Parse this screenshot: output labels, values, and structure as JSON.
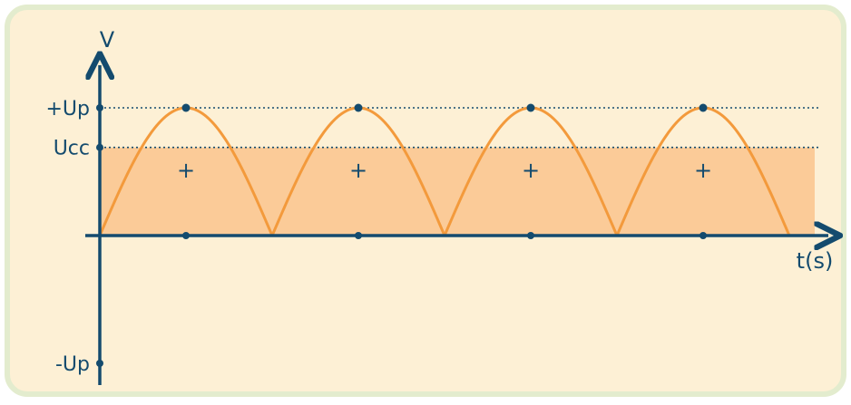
{
  "chart_data": {
    "type": "line",
    "title": "",
    "xlabel": "t(s)",
    "ylabel": "V",
    "y_tick_labels": [
      "+Up",
      "Ucc",
      "-Up"
    ],
    "levels": {
      "up": 1.0,
      "ucc": 0.69,
      "neg_up": -1.0
    },
    "half_periods": 4,
    "half_period_sign": "+",
    "series": [
      {
        "type": "full-wave-rectified-sine",
        "values_per_half_period": [
          0.0,
          1.0,
          0.0
        ]
      }
    ],
    "shaded_region": {
      "from": 0,
      "to": "Ucc"
    },
    "gridlines": [
      "+Up",
      "Ucc"
    ],
    "grid": "dotted",
    "colors": {
      "background": "#fdf0d5",
      "border": "#e3ecce",
      "axis": "#144b6e",
      "curve": "#f39a3c",
      "fill": "#fbcb98"
    }
  }
}
